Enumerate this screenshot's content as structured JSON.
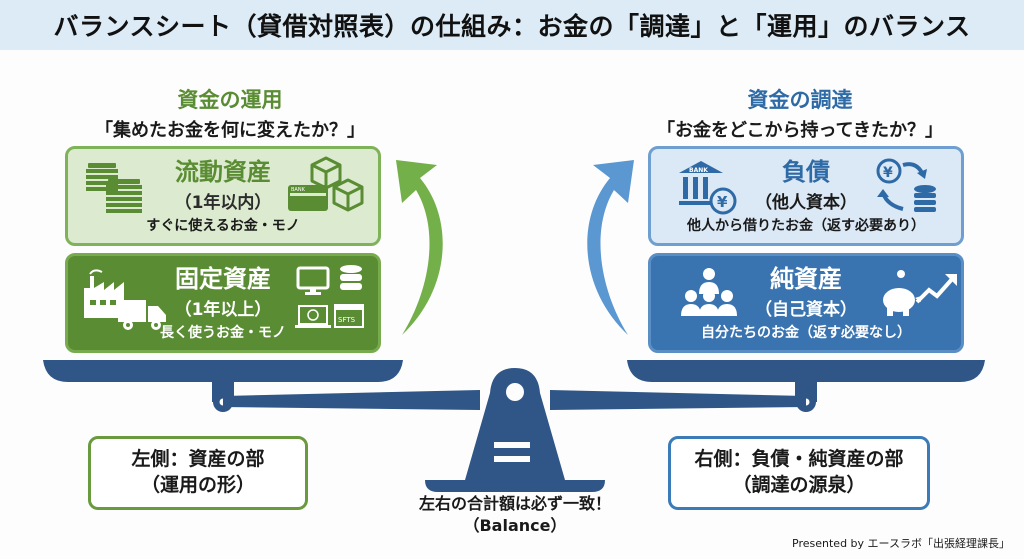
{
  "title": "バランスシート（貸借対照表）の仕組み：お金の「調達」と「運用」のバランス",
  "left_section": {
    "heading": "資金の運用",
    "question": "「集めたお金を何に変えたか？」",
    "cards": [
      {
        "name": "流動資産",
        "sub": "（1年以内）",
        "desc": "すぐに使えるお金・モノ",
        "icons": [
          "cash-stack-icon",
          "bank-card-icon",
          "boxes-icon"
        ],
        "icon_text": {
          "card_label": "BANK"
        }
      },
      {
        "name": "固定資産",
        "sub": "（1年以上）",
        "desc": "長く使うお金・モノ",
        "icons": [
          "factory-icon",
          "truck-icon",
          "monitor-icon",
          "database-icon",
          "laptop-icon",
          "software-icon"
        ],
        "icon_text": {
          "software_label": "SFTS"
        }
      }
    ],
    "summary": {
      "line1": "左側：資産の部",
      "line2": "（運用の形）"
    }
  },
  "right_section": {
    "heading": "資金の調達",
    "question": "「お金をどこから持ってきたか？」",
    "cards": [
      {
        "name": "負債",
        "sub": "（他人資本）",
        "desc": "他人から借りたお金（返す必要あり）",
        "icons": [
          "bank-yen-icon",
          "yen-cycle-coins-icon"
        ],
        "icon_text": {
          "bank_label": "BANK",
          "yen": "¥"
        }
      },
      {
        "name": "純資産",
        "sub": "（自己資本）",
        "desc": "自分たちのお金（返す必要なし）",
        "icons": [
          "people-group-icon",
          "piggy-bank-icon",
          "trend-up-icon"
        ]
      }
    ],
    "summary": {
      "line1": "右側：負債・純資産の部",
      "line2": "（調達の源泉）"
    }
  },
  "center": {
    "note_line1": "左右の合計額は必ず一致！",
    "note_line2": "（Balance）",
    "equals_symbol": "="
  },
  "credit": "Presented by エースラボ「出張経理課長」",
  "colors": {
    "green_dark": "#5a8c33",
    "green_light": "#dcebcf",
    "green_arrow": "#74b04a",
    "blue_dark": "#3a74b0",
    "blue_light": "#dbe8f5",
    "blue_arrow": "#5b97d1",
    "scale_navy": "#2f5687",
    "title_bg": "#dcebf5"
  }
}
